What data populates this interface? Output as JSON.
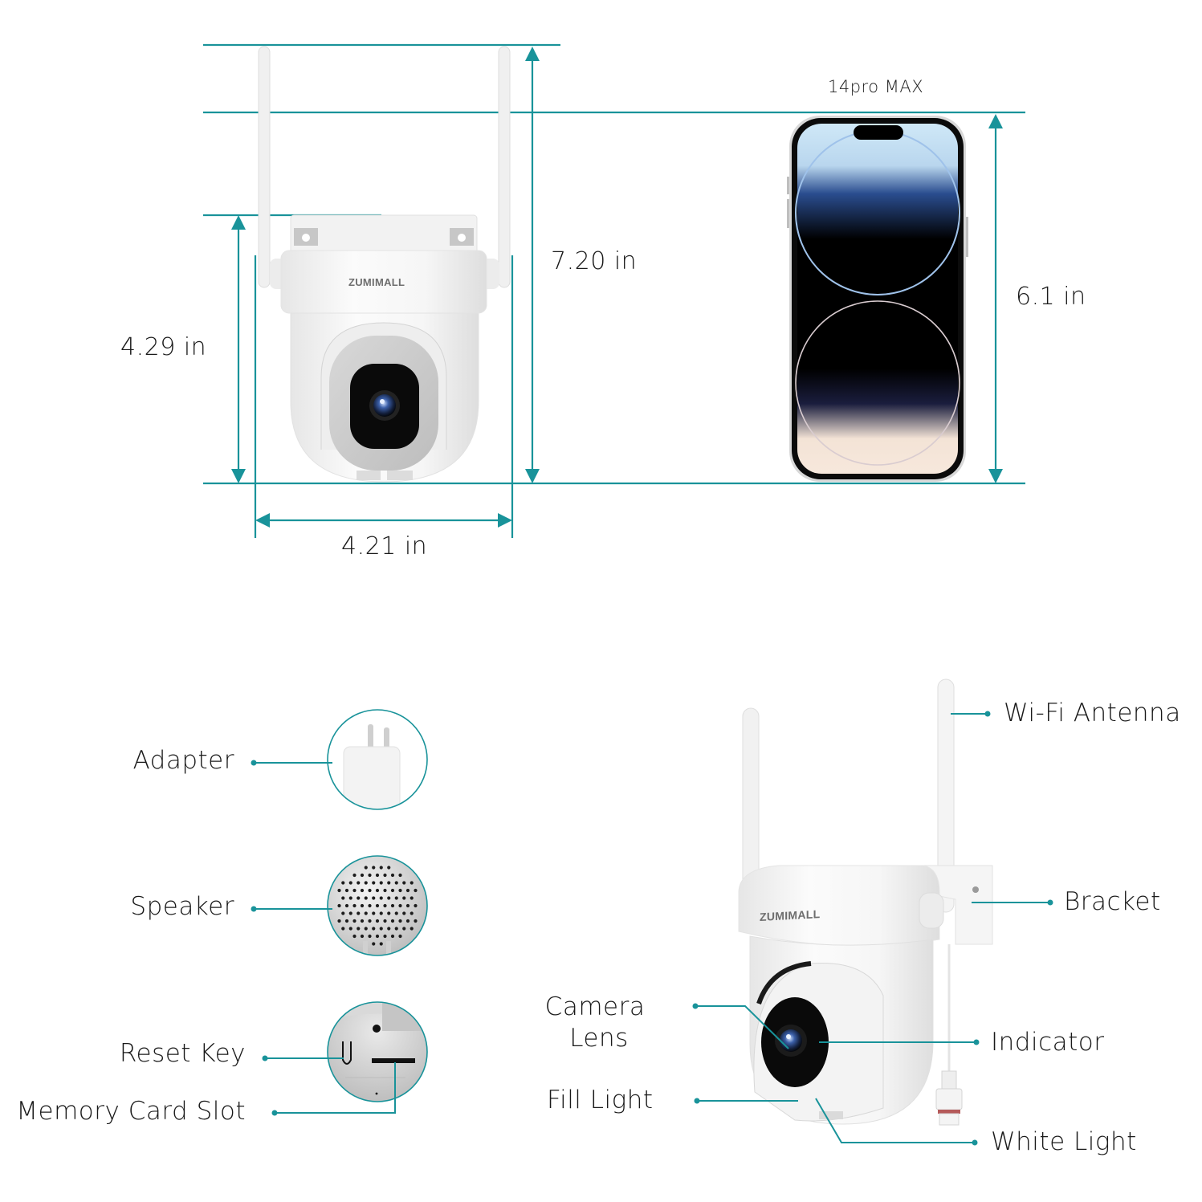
{
  "colors": {
    "accent": "#19939a",
    "text": "#1a1a1a",
    "camera_body": "#f4f4f4",
    "lens_bezel": "#0b0b0b",
    "background": "#ffffff"
  },
  "dimensions_section": {
    "camera": {
      "brand": "ZUMIMALL",
      "total_height_label": "7.20 in",
      "body_height_label": "4.29 in",
      "width_label": "4.21 in"
    },
    "phone": {
      "model_label": "14pro MAX",
      "height_label": "6.1 in"
    }
  },
  "accessories_section": {
    "items": [
      {
        "label": "Adapter",
        "icon": "adapter-plug-icon"
      },
      {
        "label": "Speaker",
        "icon": "speaker-grille-icon"
      },
      {
        "label": "Reset Key",
        "icon": "reset-key-icon"
      },
      {
        "label": "Memory Card Slot",
        "icon": "sd-slot-icon"
      }
    ]
  },
  "camera_parts_section": {
    "brand": "ZUMIMALL",
    "callouts": [
      {
        "label": "Wi-Fi Antenna",
        "side": "right"
      },
      {
        "label": "Bracket",
        "side": "right"
      },
      {
        "label": "Camera Lens",
        "line1": "Camera",
        "line2": "Lens",
        "side": "left"
      },
      {
        "label": "Indicator",
        "side": "right"
      },
      {
        "label": "Fill Light",
        "side": "left"
      },
      {
        "label": "White Light",
        "side": "right"
      }
    ]
  }
}
